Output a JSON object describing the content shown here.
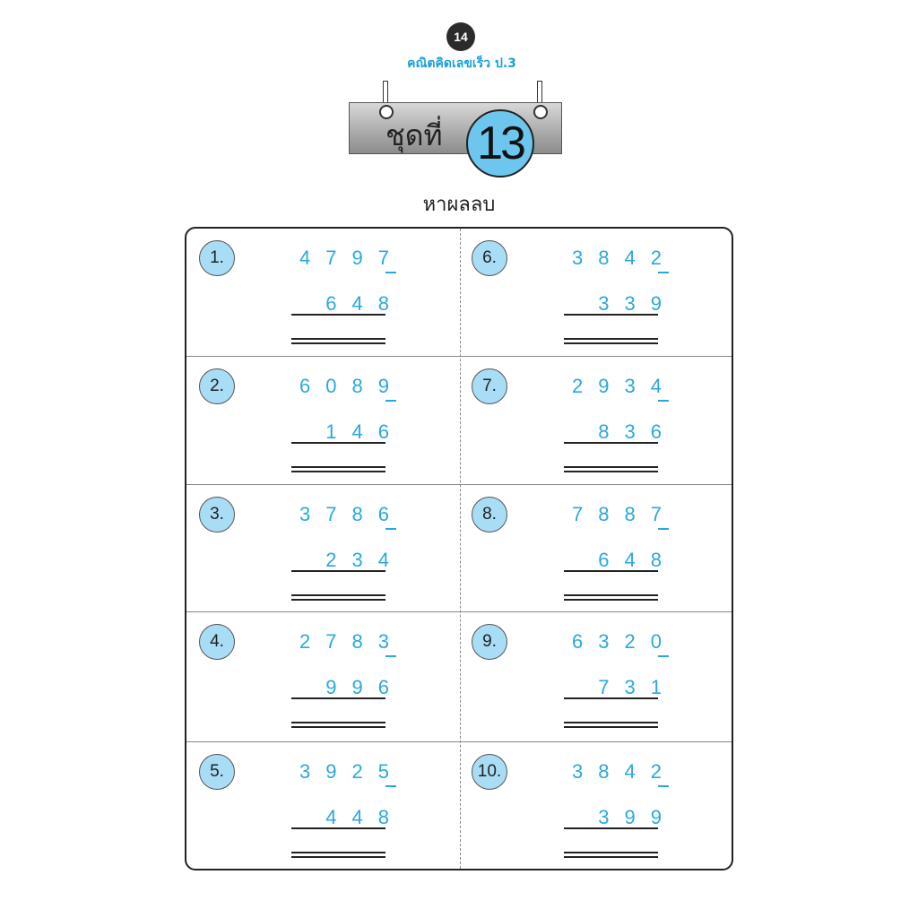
{
  "header": {
    "page_number": "14",
    "book_title": "คณิตคิดเลขเร็ว ป.3",
    "set_label": "ชุดที่",
    "set_number": "13",
    "instruction": "หาผลลบ"
  },
  "problems": [
    {
      "label": "1.",
      "top": "4797",
      "bottom": "648"
    },
    {
      "label": "6.",
      "top": "3842",
      "bottom": "339"
    },
    {
      "label": "2.",
      "top": "6089",
      "bottom": "146"
    },
    {
      "label": "7.",
      "top": "2934",
      "bottom": "836"
    },
    {
      "label": "3.",
      "top": "3786",
      "bottom": "234"
    },
    {
      "label": "8.",
      "top": "7887",
      "bottom": "648"
    },
    {
      "label": "4.",
      "top": "2783",
      "bottom": "996"
    },
    {
      "label": "9.",
      "top": "6320",
      "bottom": "731"
    },
    {
      "label": "5.",
      "top": "3925",
      "bottom": "448"
    },
    {
      "label": "10.",
      "top": "3842",
      "bottom": "399"
    }
  ]
}
